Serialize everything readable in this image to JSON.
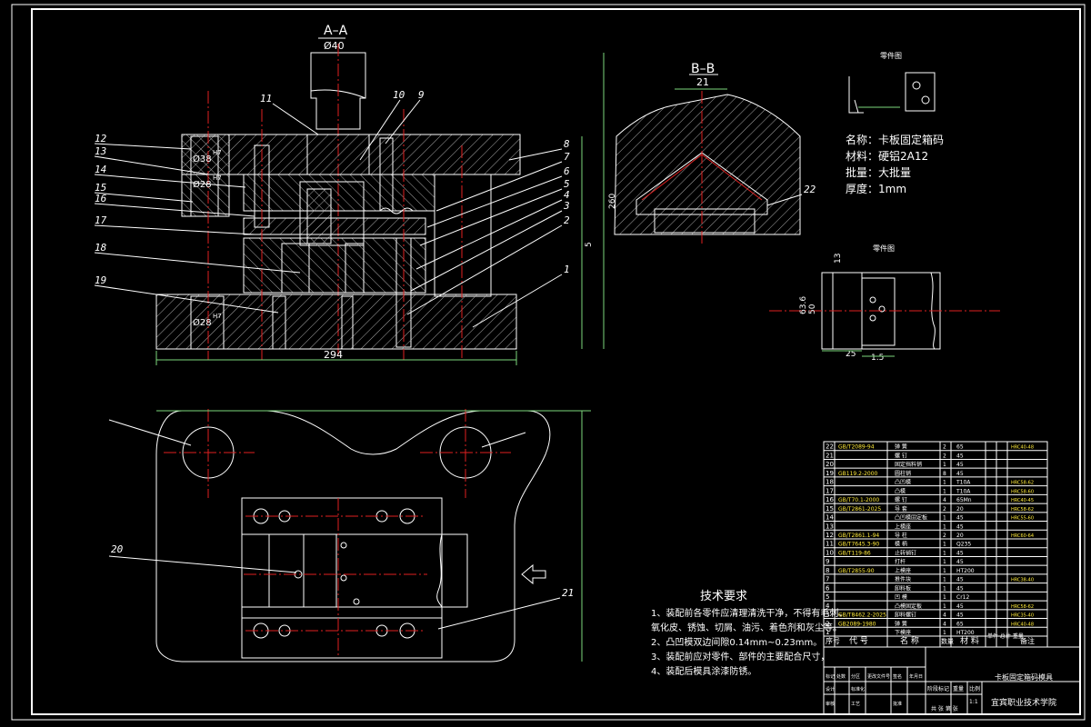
{
  "sections": {
    "aa": {
      "label": "A–A",
      "dia_top": "Ø40",
      "width_dim": "294",
      "height_dim_1": "260",
      "height_dim_2": "5"
    },
    "bb": {
      "label": "B–B",
      "dim_top": "21",
      "part_ref": "22"
    },
    "sideview": {
      "dim_a": "63.6",
      "dim_b": "50",
      "dim_c": "13",
      "dim_d": "25",
      "dim_e": "1.5"
    }
  },
  "aa_dims": [
    "Ø38",
    "Ø28",
    "Ø28"
  ],
  "fits": [
    "H7",
    "H7",
    "H7"
  ],
  "callouts_left": [
    "12",
    "13",
    "14",
    "15",
    "16",
    "17",
    "18",
    "19"
  ],
  "callouts_top": [
    "11",
    "10",
    "9"
  ],
  "callouts_right": [
    "8",
    "7",
    "6",
    "5",
    "4",
    "3",
    "2",
    "1"
  ],
  "plan_callouts": [
    "20",
    "21"
  ],
  "part_info": {
    "name": "名称：卡板固定箱码",
    "material": "材料：硬铝2A12",
    "batch": "批量：大批量",
    "thickness": "厚度：1mm",
    "small_title": "零件图"
  },
  "tech_req": {
    "title": "技术要求",
    "items": [
      "1、装配前各零件应清理清洗干净，不得有毛刺、",
      "氧化皮、锈蚀、切屑、油污、着色剂和灰尘等。",
      "2、凸凹模双边间隙0.14mm~0.23mm。",
      "3、装配前应对零件、部件的主要配合尺寸，",
      "4、装配后模具涂漆防锈。"
    ]
  },
  "bom": {
    "rows": [
      {
        "no": "22",
        "code": "GB/T2089-94",
        "name": "弹 簧",
        "qty": "2",
        "mat": "65",
        "note": "HRC40-48"
      },
      {
        "no": "21",
        "code": "",
        "name": "螺 钉",
        "qty": "2",
        "mat": "45",
        "note": ""
      },
      {
        "no": "20",
        "code": "",
        "name": "固定挡料销",
        "qty": "1",
        "mat": "45",
        "note": ""
      },
      {
        "no": "19",
        "code": "GB119.2-2000",
        "name": "圆柱销",
        "qty": "8",
        "mat": "45",
        "note": ""
      },
      {
        "no": "18",
        "code": "",
        "name": "凸凹模",
        "qty": "1",
        "mat": "T10A",
        "note": "HRC58-62"
      },
      {
        "no": "17",
        "code": "",
        "name": "凸模",
        "qty": "1",
        "mat": "T10A",
        "note": "HRC58-60"
      },
      {
        "no": "16",
        "code": "GB/T70.1-2000",
        "name": "螺 钉",
        "qty": "4",
        "mat": "65Mn",
        "note": "HRC40-45"
      },
      {
        "no": "15",
        "code": "GB/T2861-2025",
        "name": "导 套",
        "qty": "2",
        "mat": "20",
        "note": "HRC58-62"
      },
      {
        "no": "14",
        "code": "",
        "name": "凸凹模固定板",
        "qty": "1",
        "mat": "45",
        "note": "HRC55-60"
      },
      {
        "no": "13",
        "code": "",
        "name": "上模座",
        "qty": "1",
        "mat": "45",
        "note": ""
      },
      {
        "no": "12",
        "code": "GB/T2861.1-94",
        "name": "导 柱",
        "qty": "2",
        "mat": "20",
        "note": "HRC60-64"
      },
      {
        "no": "11",
        "code": "GB/T7645.3-90",
        "name": "模 柄",
        "qty": "1",
        "mat": "Q235",
        "note": ""
      },
      {
        "no": "10",
        "code": "GB/T119-86",
        "name": "止转销钉",
        "qty": "1",
        "mat": "45",
        "note": ""
      },
      {
        "no": "9",
        "code": "",
        "name": "打杆",
        "qty": "1",
        "mat": "45",
        "note": ""
      },
      {
        "no": "8",
        "code": "GB/T2855-90",
        "name": "上模座",
        "qty": "1",
        "mat": "HT200",
        "note": ""
      },
      {
        "no": "7",
        "code": "",
        "name": "推件块",
        "qty": "1",
        "mat": "45",
        "note": "HRC38-40"
      },
      {
        "no": "6",
        "code": "",
        "name": "卸料板",
        "qty": "1",
        "mat": "45",
        "note": ""
      },
      {
        "no": "5",
        "code": "",
        "name": "凹 模",
        "qty": "1",
        "mat": "Cr12",
        "note": ""
      },
      {
        "no": "4",
        "code": "",
        "name": "凸模固定板",
        "qty": "1",
        "mat": "45",
        "note": "HRC58-62"
      },
      {
        "no": "3",
        "code": "GB/T8462.2-2025",
        "name": "卸料螺钉",
        "qty": "4",
        "mat": "45",
        "note": "HRC35-40"
      },
      {
        "no": "2",
        "code": "GB2089-1980",
        "name": "弹 簧",
        "qty": "4",
        "mat": "65",
        "note": "HRC40-48"
      },
      {
        "no": "1",
        "code": "",
        "name": "下模座",
        "qty": "1",
        "mat": "HT200",
        "note": ""
      }
    ],
    "header": {
      "no": "序号",
      "code": "代 号",
      "name": "名 称",
      "qty": "数量",
      "mat": "材 料",
      "weight": "单件 总计 重量",
      "note": "备注"
    }
  },
  "title_block": {
    "drawing_name": "卡板固定箱码模具",
    "school": "宜宾职业技术学院",
    "scale_label": "比例",
    "weight_label": "重量",
    "mark_label": "阶段标记",
    "sheet": "共 张 第 张",
    "scale": "1:1",
    "labels": [
      "标记",
      "处数",
      "分区",
      "更改文件号",
      "签名",
      "年月日",
      "设计",
      "审核",
      "工艺",
      "批准",
      "标准化"
    ]
  },
  "colors": {
    "line": "#ffffff",
    "center": "#e02020",
    "dim": "#7dd87d",
    "hatch": "#cccccc",
    "hidden": "#40e0e0",
    "accent": "#ffeb3b"
  }
}
